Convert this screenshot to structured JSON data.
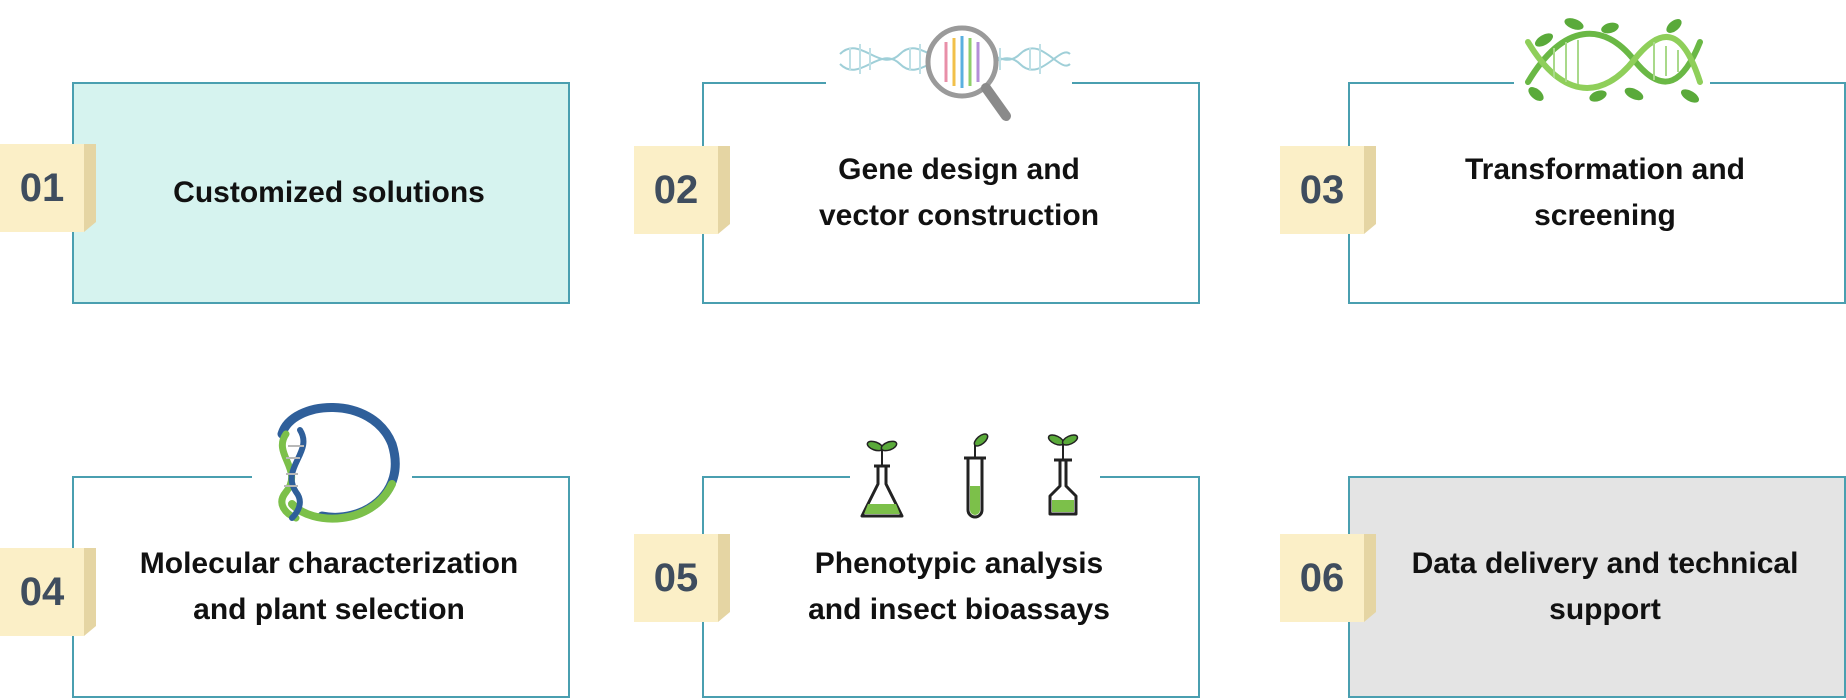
{
  "colors": {
    "border": "#4a9fb0",
    "card_teal": "#d6f3ef",
    "card_grey": "#e4e4e4",
    "badge_front": "#fbefc7",
    "badge_side": "#e5d5a3",
    "badge_text": "#3f4d5e",
    "green": "#7cc04a",
    "blue": "#2f5f9a"
  },
  "steps": [
    {
      "number": "01",
      "label": "Customized solutions",
      "icon": "none"
    },
    {
      "number": "02",
      "label": "Gene design and\nvector construction",
      "icon": "dna-magnifier-icon"
    },
    {
      "number": "03",
      "label": "Transformation and\nscreening",
      "icon": "leafy-dna-icon"
    },
    {
      "number": "04",
      "label": "Molecular characterization\nand plant selection",
      "icon": "circular-dna-icon"
    },
    {
      "number": "05",
      "label": "Phenotypic analysis\nand insect bioassays",
      "icon": "flask-seedlings-icon"
    },
    {
      "number": "06",
      "label": "Data delivery and technical\nsupport",
      "icon": "none"
    }
  ]
}
